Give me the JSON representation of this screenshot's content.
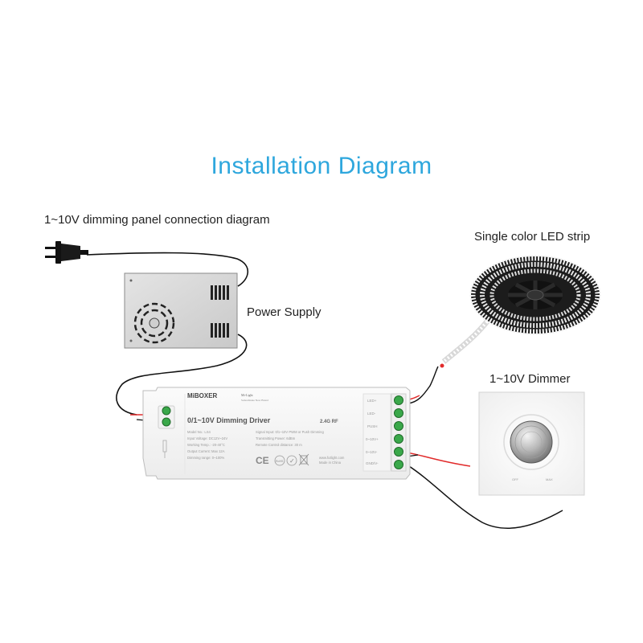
{
  "diagram": {
    "title": "Installation Diagram",
    "subtitle": "1~10V dimming panel connection diagram",
    "labels": {
      "power_supply": "Power Supply",
      "led_strip": "Single color LED strip",
      "dimmer": "1~10V Dimmer"
    }
  },
  "driver": {
    "brand": "MiBOXER",
    "brand_sub": "Mi-Light",
    "brand_note": "Subordinate New Brand",
    "name": "0/1~10V Dimming Driver",
    "rf": "2.4G RF",
    "specs_left": [
      "Model No.: LS4",
      "Input Voltage: DC12V~24V",
      "Working Temp.: -20-40°C",
      "Output Current: Max 12A",
      "Dimming range: 0~100%"
    ],
    "specs_right": [
      "Signal Input: 0/1~10V PWM or Push Dimming",
      "Transmitting Power: 6dBm",
      "Remote Control distance: 30 m",
      "",
      "Made in China"
    ],
    "url": "www.futlight.com",
    "terminals": [
      "LED+",
      "LED-",
      "PUSH",
      "0~10V+",
      "0~10V-",
      "GND/V-"
    ],
    "marks": [
      "CE",
      "RoHS",
      "✓"
    ]
  },
  "dimmer_panel": {
    "left_mark": "OFF",
    "right_mark": "MAX"
  },
  "colors": {
    "title": "#2ea7dd",
    "wire": "#111111",
    "wire_red": "#e12b2b",
    "terminal": "#3aa84a"
  }
}
